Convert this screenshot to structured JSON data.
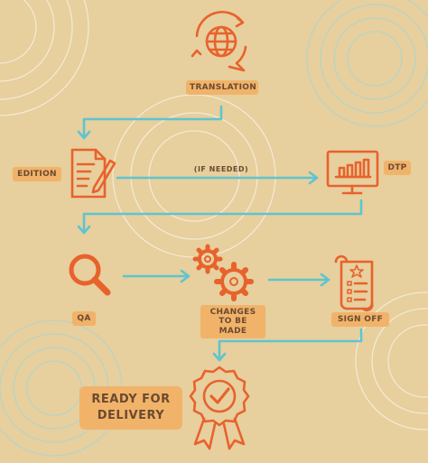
{
  "labels": {
    "translation": "TRANSLATION",
    "edition": "EDITION",
    "if_needed": "(IF NEEDED)",
    "dtp": "DTP",
    "qa": "QA",
    "changes_line1": "CHANGES",
    "changes_line2": "TO BE MADE",
    "sign_off": "SIGN OFF",
    "ready_line1": "READY FOR",
    "ready_line2": "DELIVERY"
  },
  "icons": [
    "globe-translation-icon",
    "document-edit-icon",
    "monitor-chart-icon",
    "magnifier-icon",
    "gears-icon",
    "checklist-scroll-icon",
    "award-badge-icon"
  ],
  "colors": {
    "background": "#e7cf9e",
    "icon": "#e8622c",
    "arrow": "#5fc4cf",
    "label_bg": "#f1b36a",
    "label_text": "#6b4a2f"
  }
}
